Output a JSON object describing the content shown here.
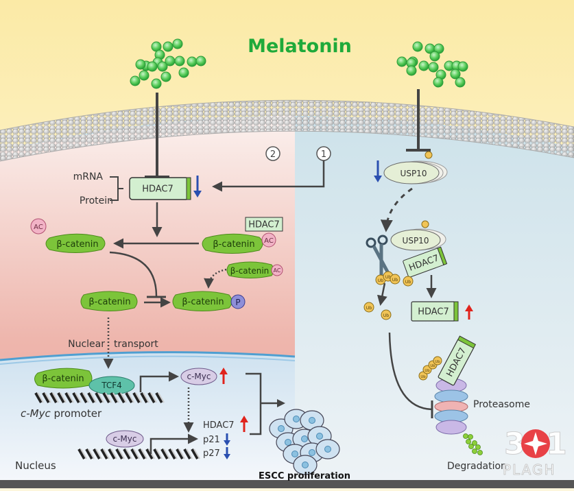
{
  "title": "Melatonin",
  "steps": {
    "step1": "1",
    "step2": "2"
  },
  "left_panel": {
    "hdac7_label": "HDAC7",
    "mrna_label": "mRNA",
    "protein_label": "Protein",
    "ac_label": "AC",
    "p_label": "P",
    "beta_catenin": "β-catenin",
    "nuclear_transport": "Nuclear transport",
    "nuclear_transport_left": "Nuclear",
    "nuclear_transport_right": "transport",
    "tcf4_label": "TCF4",
    "cmyc_label": "c-Myc",
    "cmyc_promoter_italic": "c-Myc",
    "cmyc_promoter_suffix": " promoter",
    "targets": [
      "HDAC7",
      "p21",
      "p27"
    ],
    "nucleus_label": "Nucleus",
    "escc_label": "ESCC proliferation"
  },
  "right_panel": {
    "usp10_label": "USP10",
    "hdac7_label": "HDAC7",
    "ub_label": "Ub",
    "proteasome_label": "Proteasome",
    "degradation_label": "Degradation"
  },
  "indicators": {
    "down_color": "#2a4fb0",
    "up_color": "#e0231c"
  },
  "colors": {
    "melatonin_green": "#1faa3a",
    "beta_catenin_fill": "#7cc43a",
    "hdac7_fill": "#d3efd0",
    "ac_fill": "#f2b3c6",
    "p_fill": "#8f8fd8",
    "usp10_fill": "#e5efd6",
    "ub_fill": "#f1c456",
    "cmyc_fill": "#d8cde6",
    "tcf4_fill": "#5ec1a9"
  },
  "watermark": {
    "text": "PLAGH",
    "number": "301"
  }
}
